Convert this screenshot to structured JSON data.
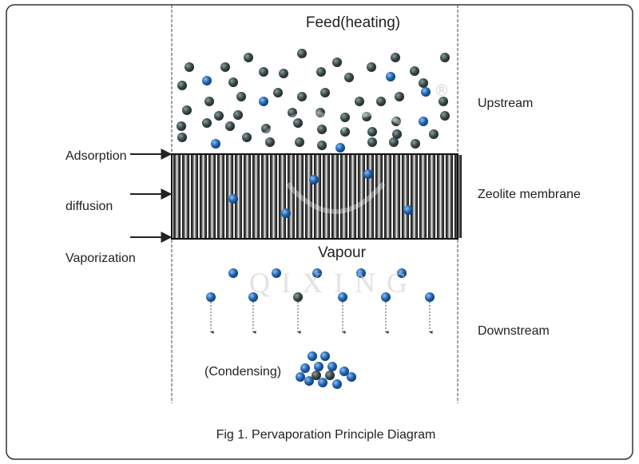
{
  "top_label": "Feed(heating)",
  "middle_label": "Vapour",
  "condensing_label": "(Condensing)",
  "left_labels": {
    "adsorption": "Adsorption",
    "diffusion": "diffusion",
    "vaporization": "Vaporization"
  },
  "right_labels": {
    "upstream": "Upstream",
    "membrane": "Zeolite membrane",
    "downstream": "Downstream"
  },
  "caption": "Fig 1. Pervaporation Principle Diagram",
  "watermark": {
    "text": "QIXING",
    "registered_mark": "®"
  },
  "colors": {
    "dark_molecule": "#3a4a4a",
    "blue_molecule": "#1f63b0",
    "membrane_stripe": "#1a1a1a",
    "border": "#333333"
  }
}
